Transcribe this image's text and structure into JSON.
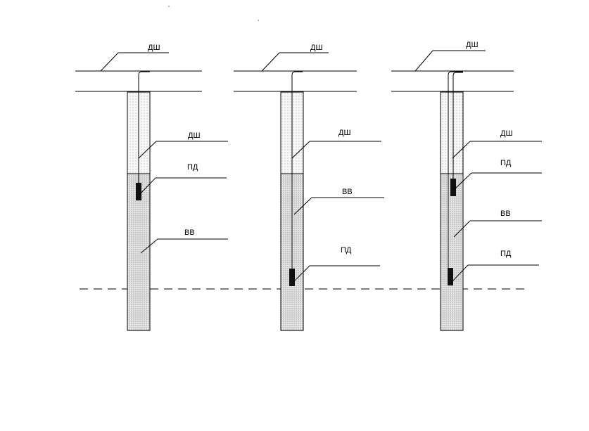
{
  "labels": {
    "detonating_cord": "ДШ",
    "primer": "ПД",
    "explosive": "ВВ"
  },
  "colors": {
    "stroke": "#000000",
    "stemming_fill": "#f2f2f2",
    "charge_fill": "#d9d9d9",
    "primer_fill": "#111111"
  },
  "schemes": [
    {
      "id": "top-primer",
      "cords": 1,
      "primers": [
        "top"
      ]
    },
    {
      "id": "bottom-primer",
      "cords": 1,
      "primers": [
        "bottom"
      ]
    },
    {
      "id": "double-primer",
      "cords": 2,
      "primers": [
        "top",
        "bottom"
      ]
    }
  ]
}
